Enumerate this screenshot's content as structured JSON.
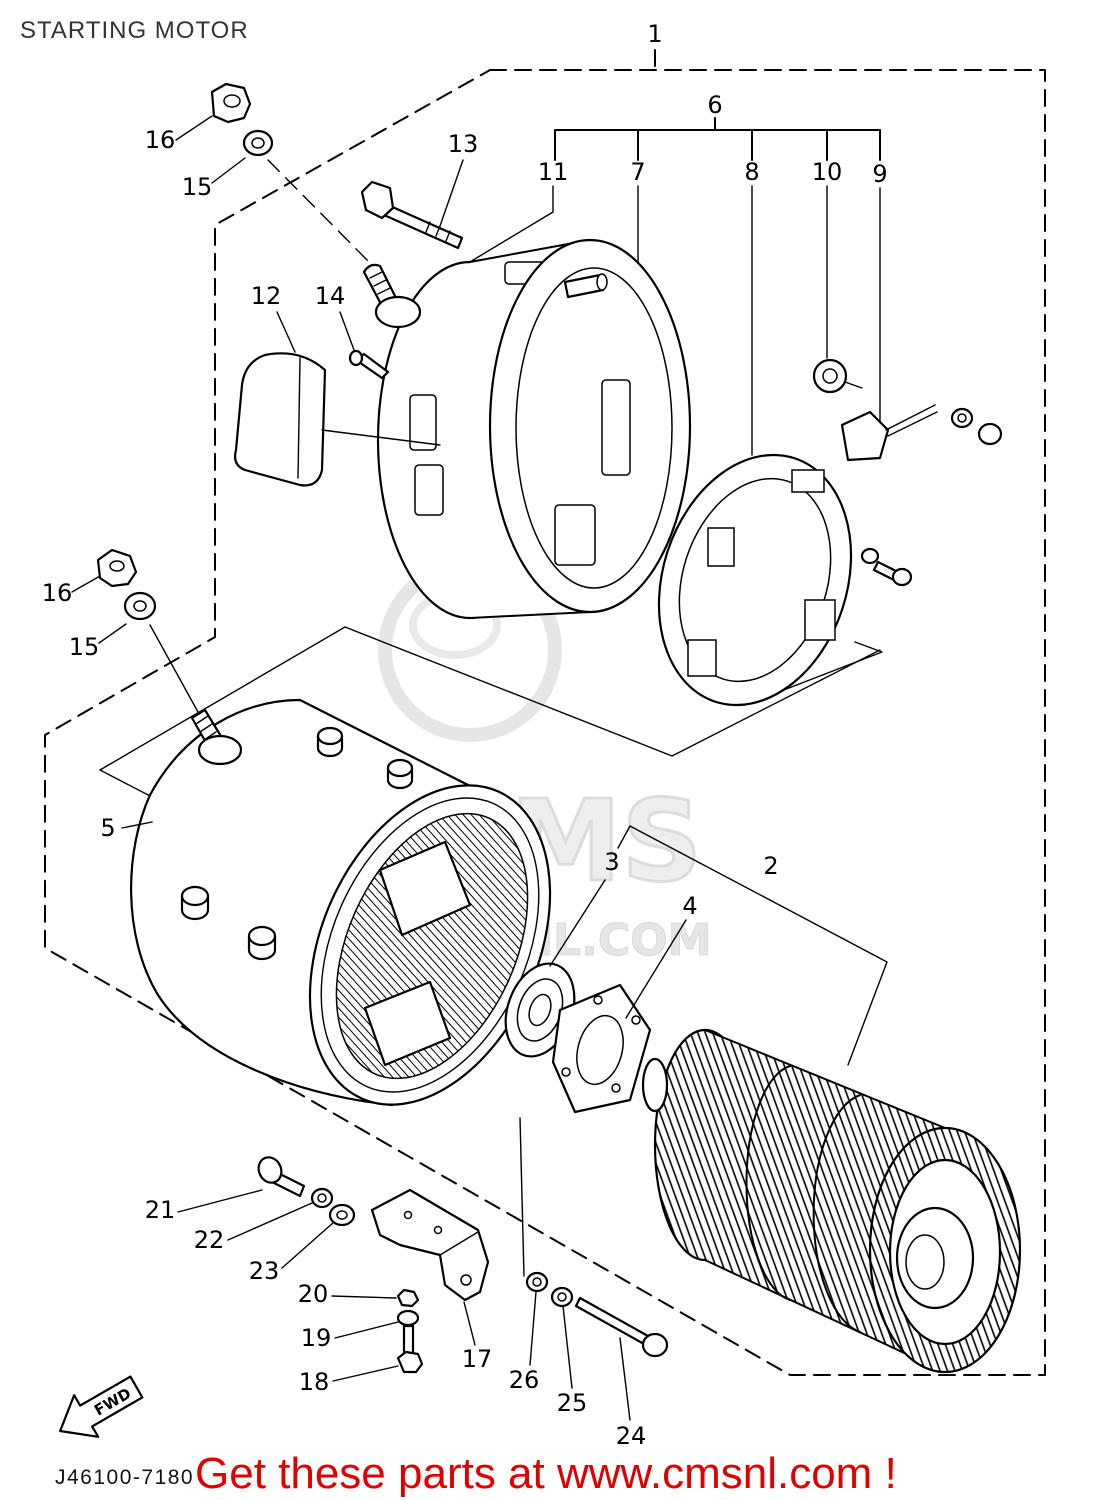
{
  "title": "STARTING MOTOR",
  "diagram_code": "J46100-7180",
  "promo_text": "Get these parts at www.cmsnl.com !",
  "fwd_label": "FWD",
  "watermark": {
    "brand": "CMS",
    "site": "CMSNL.COM"
  },
  "colors": {
    "promo_text": "#e00000",
    "line": "#000000",
    "background": "#ffffff",
    "title_text": "#333333",
    "watermark": "#e4e4e4"
  },
  "callouts": [
    "1",
    "6",
    "11",
    "7",
    "8",
    "10",
    "9",
    "13",
    "16",
    "15",
    "12",
    "14",
    "16",
    "15",
    "5",
    "3",
    "2",
    "4",
    "21",
    "22",
    "23",
    "20",
    "19",
    "18",
    "17",
    "26",
    "25",
    "24"
  ]
}
